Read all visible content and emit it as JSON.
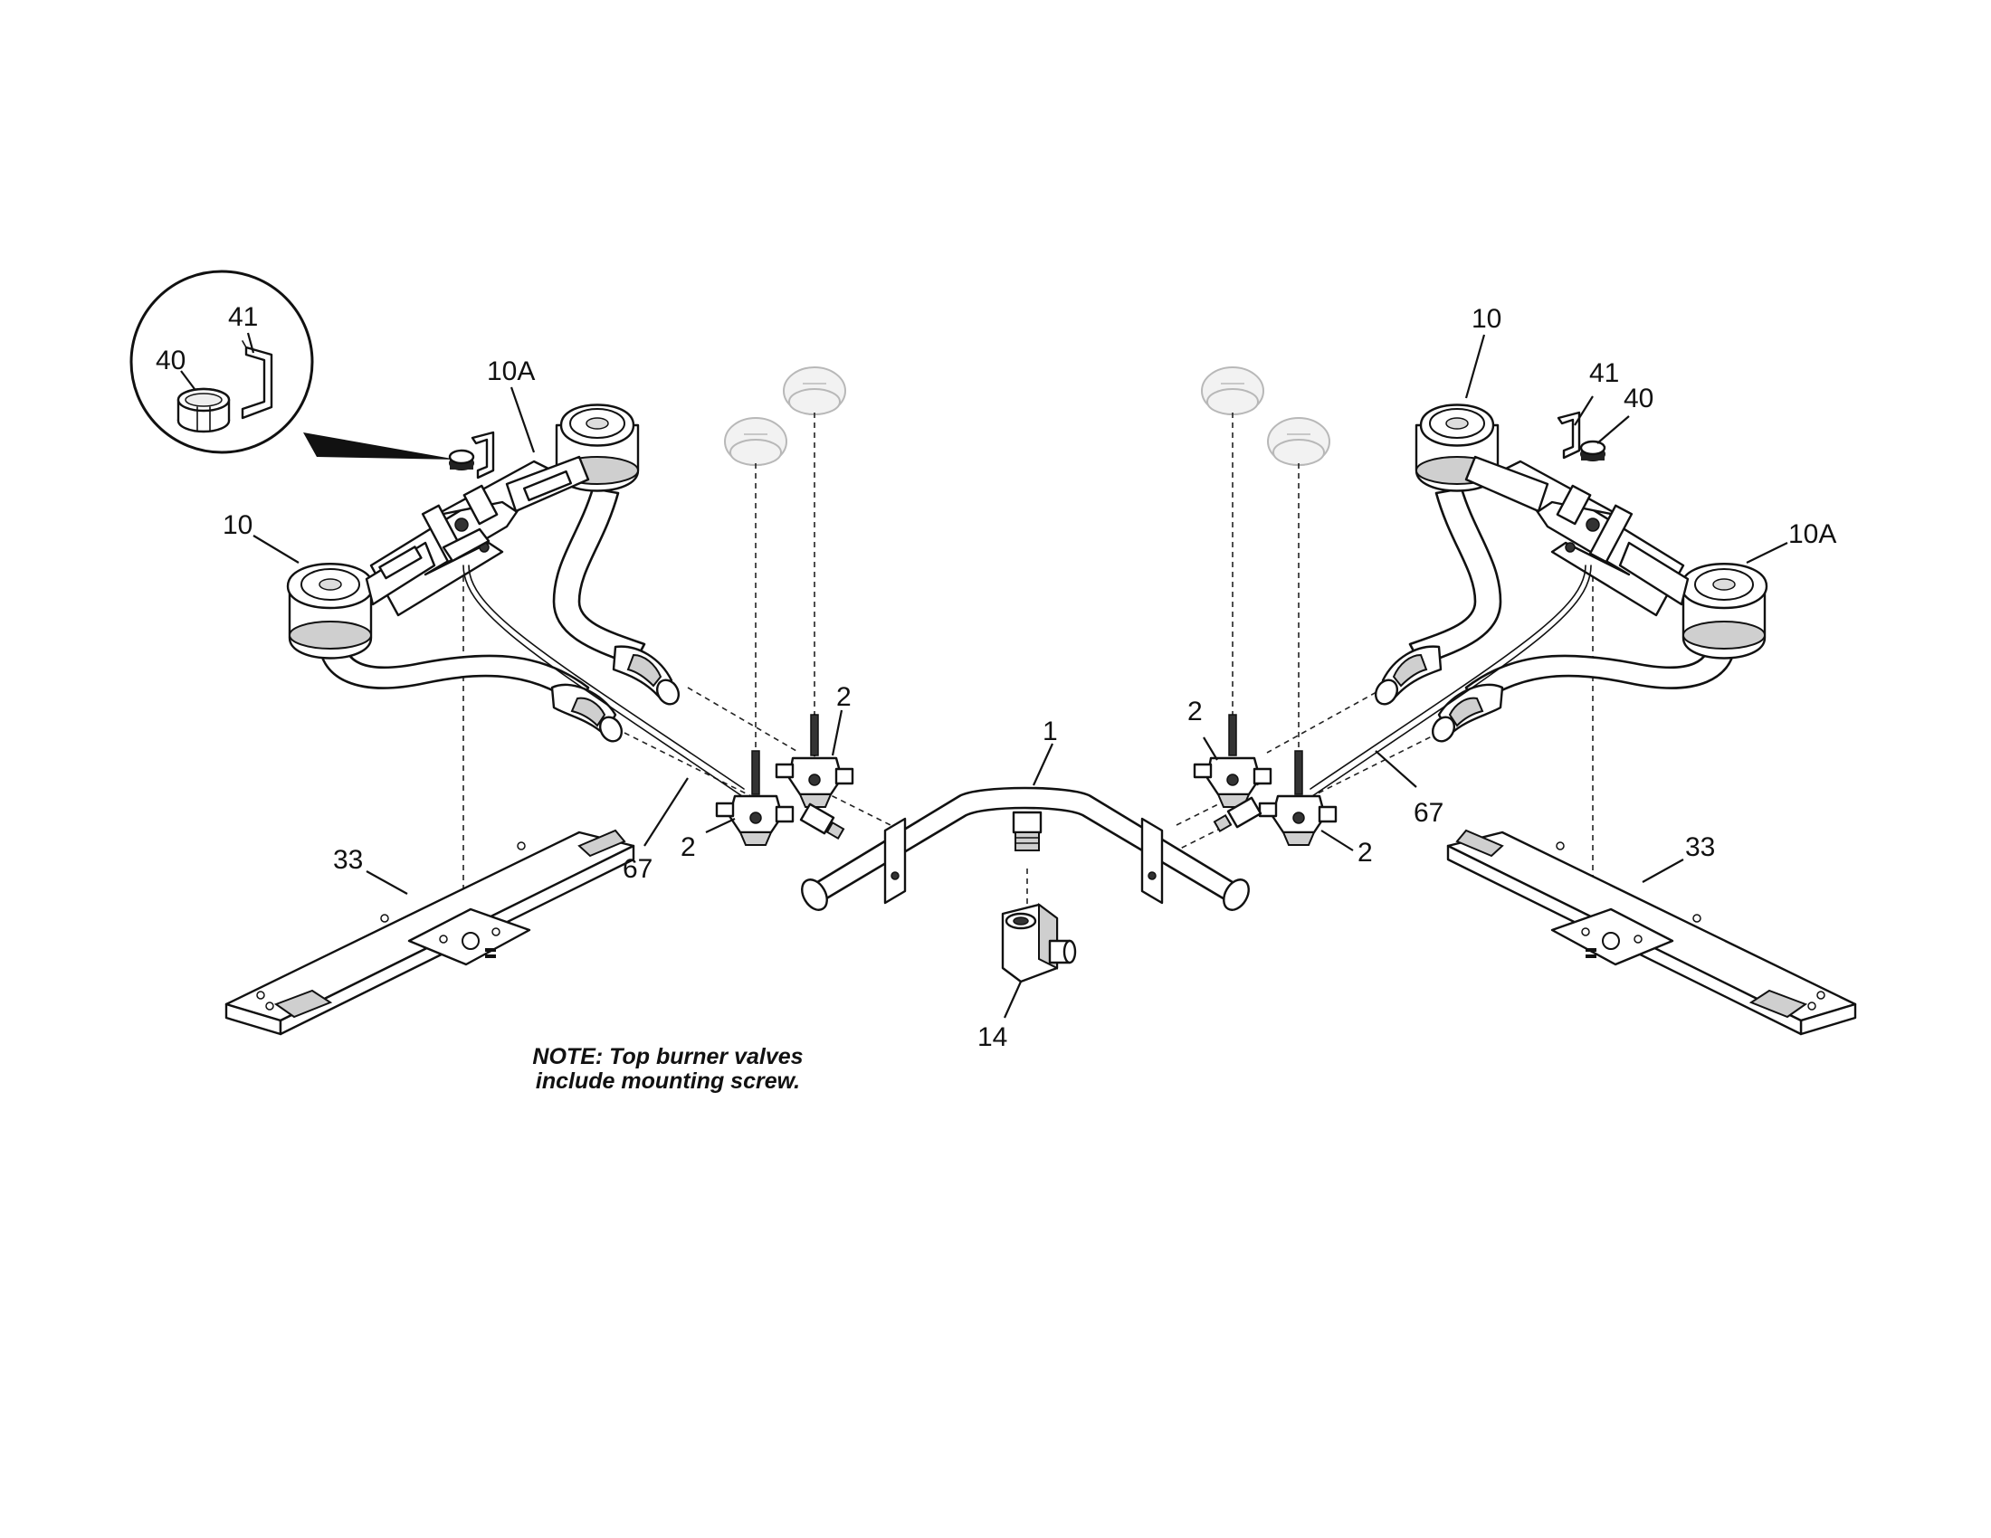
{
  "callouts": {
    "left_detail_41": "41",
    "left_detail_40": "40",
    "left_10a": "10A",
    "left_10": "10",
    "left_2_upper": "2",
    "left_2_lower": "2",
    "left_67": "67",
    "left_33": "33",
    "manifold_1": "1",
    "regulator_14": "14",
    "right_10": "10",
    "right_41": "41",
    "right_40": "40",
    "right_10a": "10A",
    "right_2_upper": "2",
    "right_2_lower": "2",
    "right_67": "67",
    "right_33": "33"
  },
  "note": {
    "line1": "NOTE: Top burner valves",
    "line2": "include mounting screw."
  }
}
